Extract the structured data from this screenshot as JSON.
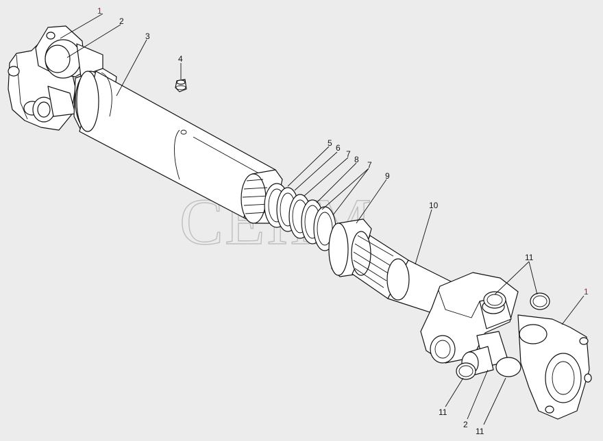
{
  "drawing": {
    "watermark": "CEIIM",
    "callouts": [
      {
        "id": "c1a",
        "text": "1",
        "color": "#b0141e"
      },
      {
        "id": "c2a",
        "text": "2",
        "color": "#111111"
      },
      {
        "id": "c3",
        "text": "3",
        "color": "#111111"
      },
      {
        "id": "c4",
        "text": "4",
        "color": "#111111"
      },
      {
        "id": "c5",
        "text": "5",
        "color": "#111111"
      },
      {
        "id": "c6",
        "text": "6",
        "color": "#111111"
      },
      {
        "id": "c7a",
        "text": "7",
        "color": "#111111"
      },
      {
        "id": "c8",
        "text": "8",
        "color": "#111111"
      },
      {
        "id": "c7b",
        "text": "7",
        "color": "#111111"
      },
      {
        "id": "c9",
        "text": "9",
        "color": "#111111"
      },
      {
        "id": "c10",
        "text": "10",
        "color": "#111111"
      },
      {
        "id": "c11a",
        "text": "11",
        "color": "#111111"
      },
      {
        "id": "c1b",
        "text": "1",
        "color": "#b0141e"
      },
      {
        "id": "c11b",
        "text": "11",
        "color": "#111111"
      },
      {
        "id": "c2b",
        "text": "2",
        "color": "#111111"
      },
      {
        "id": "c11c",
        "text": "11",
        "color": "#111111"
      }
    ]
  }
}
